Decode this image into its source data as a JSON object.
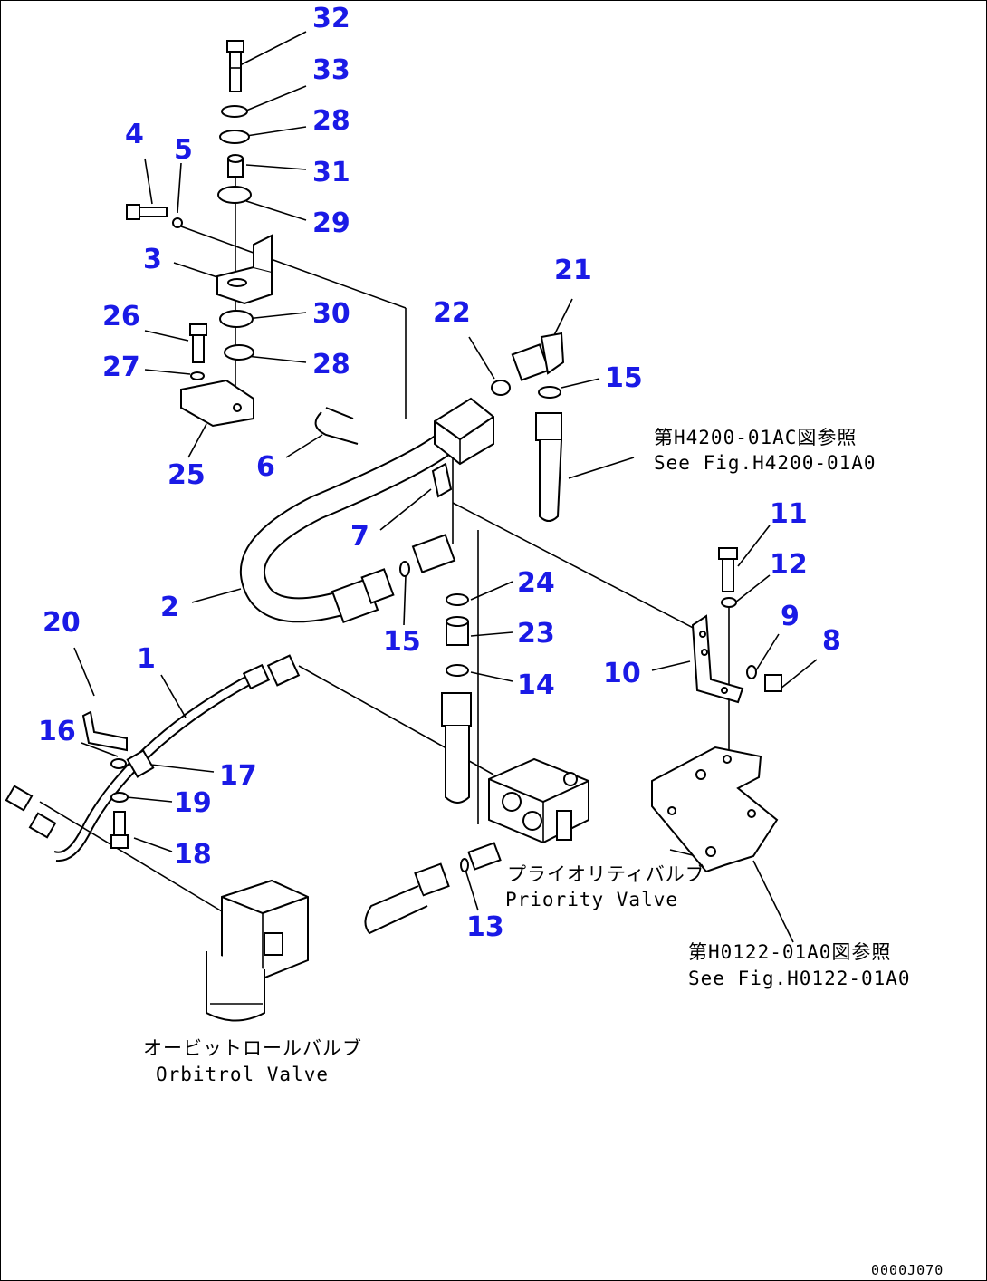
{
  "colors": {
    "callout": "#1a1ae6",
    "line": "#000000",
    "background": "#ffffff"
  },
  "callouts": [
    {
      "id": "c32",
      "label": "32"
    },
    {
      "id": "c33",
      "label": "33"
    },
    {
      "id": "c28a",
      "label": "28"
    },
    {
      "id": "c31",
      "label": "31"
    },
    {
      "id": "c29",
      "label": "29"
    },
    {
      "id": "c4",
      "label": "4"
    },
    {
      "id": "c5",
      "label": "5"
    },
    {
      "id": "c3",
      "label": "3"
    },
    {
      "id": "c30",
      "label": "30"
    },
    {
      "id": "c26",
      "label": "26"
    },
    {
      "id": "c28b",
      "label": "28"
    },
    {
      "id": "c27",
      "label": "27"
    },
    {
      "id": "c25",
      "label": "25"
    },
    {
      "id": "c6",
      "label": "6"
    },
    {
      "id": "c22",
      "label": "22"
    },
    {
      "id": "c21",
      "label": "21"
    },
    {
      "id": "c15a",
      "label": "15"
    },
    {
      "id": "c7",
      "label": "7"
    },
    {
      "id": "c2",
      "label": "2"
    },
    {
      "id": "c15b",
      "label": "15"
    },
    {
      "id": "c24",
      "label": "24"
    },
    {
      "id": "c23",
      "label": "23"
    },
    {
      "id": "c14",
      "label": "14"
    },
    {
      "id": "c11",
      "label": "11"
    },
    {
      "id": "c12",
      "label": "12"
    },
    {
      "id": "c9",
      "label": "9"
    },
    {
      "id": "c8",
      "label": "8"
    },
    {
      "id": "c10",
      "label": "10"
    },
    {
      "id": "c20",
      "label": "20"
    },
    {
      "id": "c1",
      "label": "1"
    },
    {
      "id": "c16",
      "label": "16"
    },
    {
      "id": "c17",
      "label": "17"
    },
    {
      "id": "c19",
      "label": "19"
    },
    {
      "id": "c18",
      "label": "18"
    },
    {
      "id": "c13",
      "label": "13"
    }
  ],
  "captions": {
    "ref1_jp": "第H4200-01AC図参照",
    "ref1_en": "See Fig.H4200-01A0",
    "priority_jp": "プライオリティバルブ",
    "priority_en": "Priority Valve",
    "ref2_jp": "第H0122-01A0図参照",
    "ref2_en": "See Fig.H0122-01A0",
    "orbitrol_jp": "オービットロールバルブ",
    "orbitrol_en": "Orbitrol Valve",
    "drawing_no": "0000J070"
  }
}
